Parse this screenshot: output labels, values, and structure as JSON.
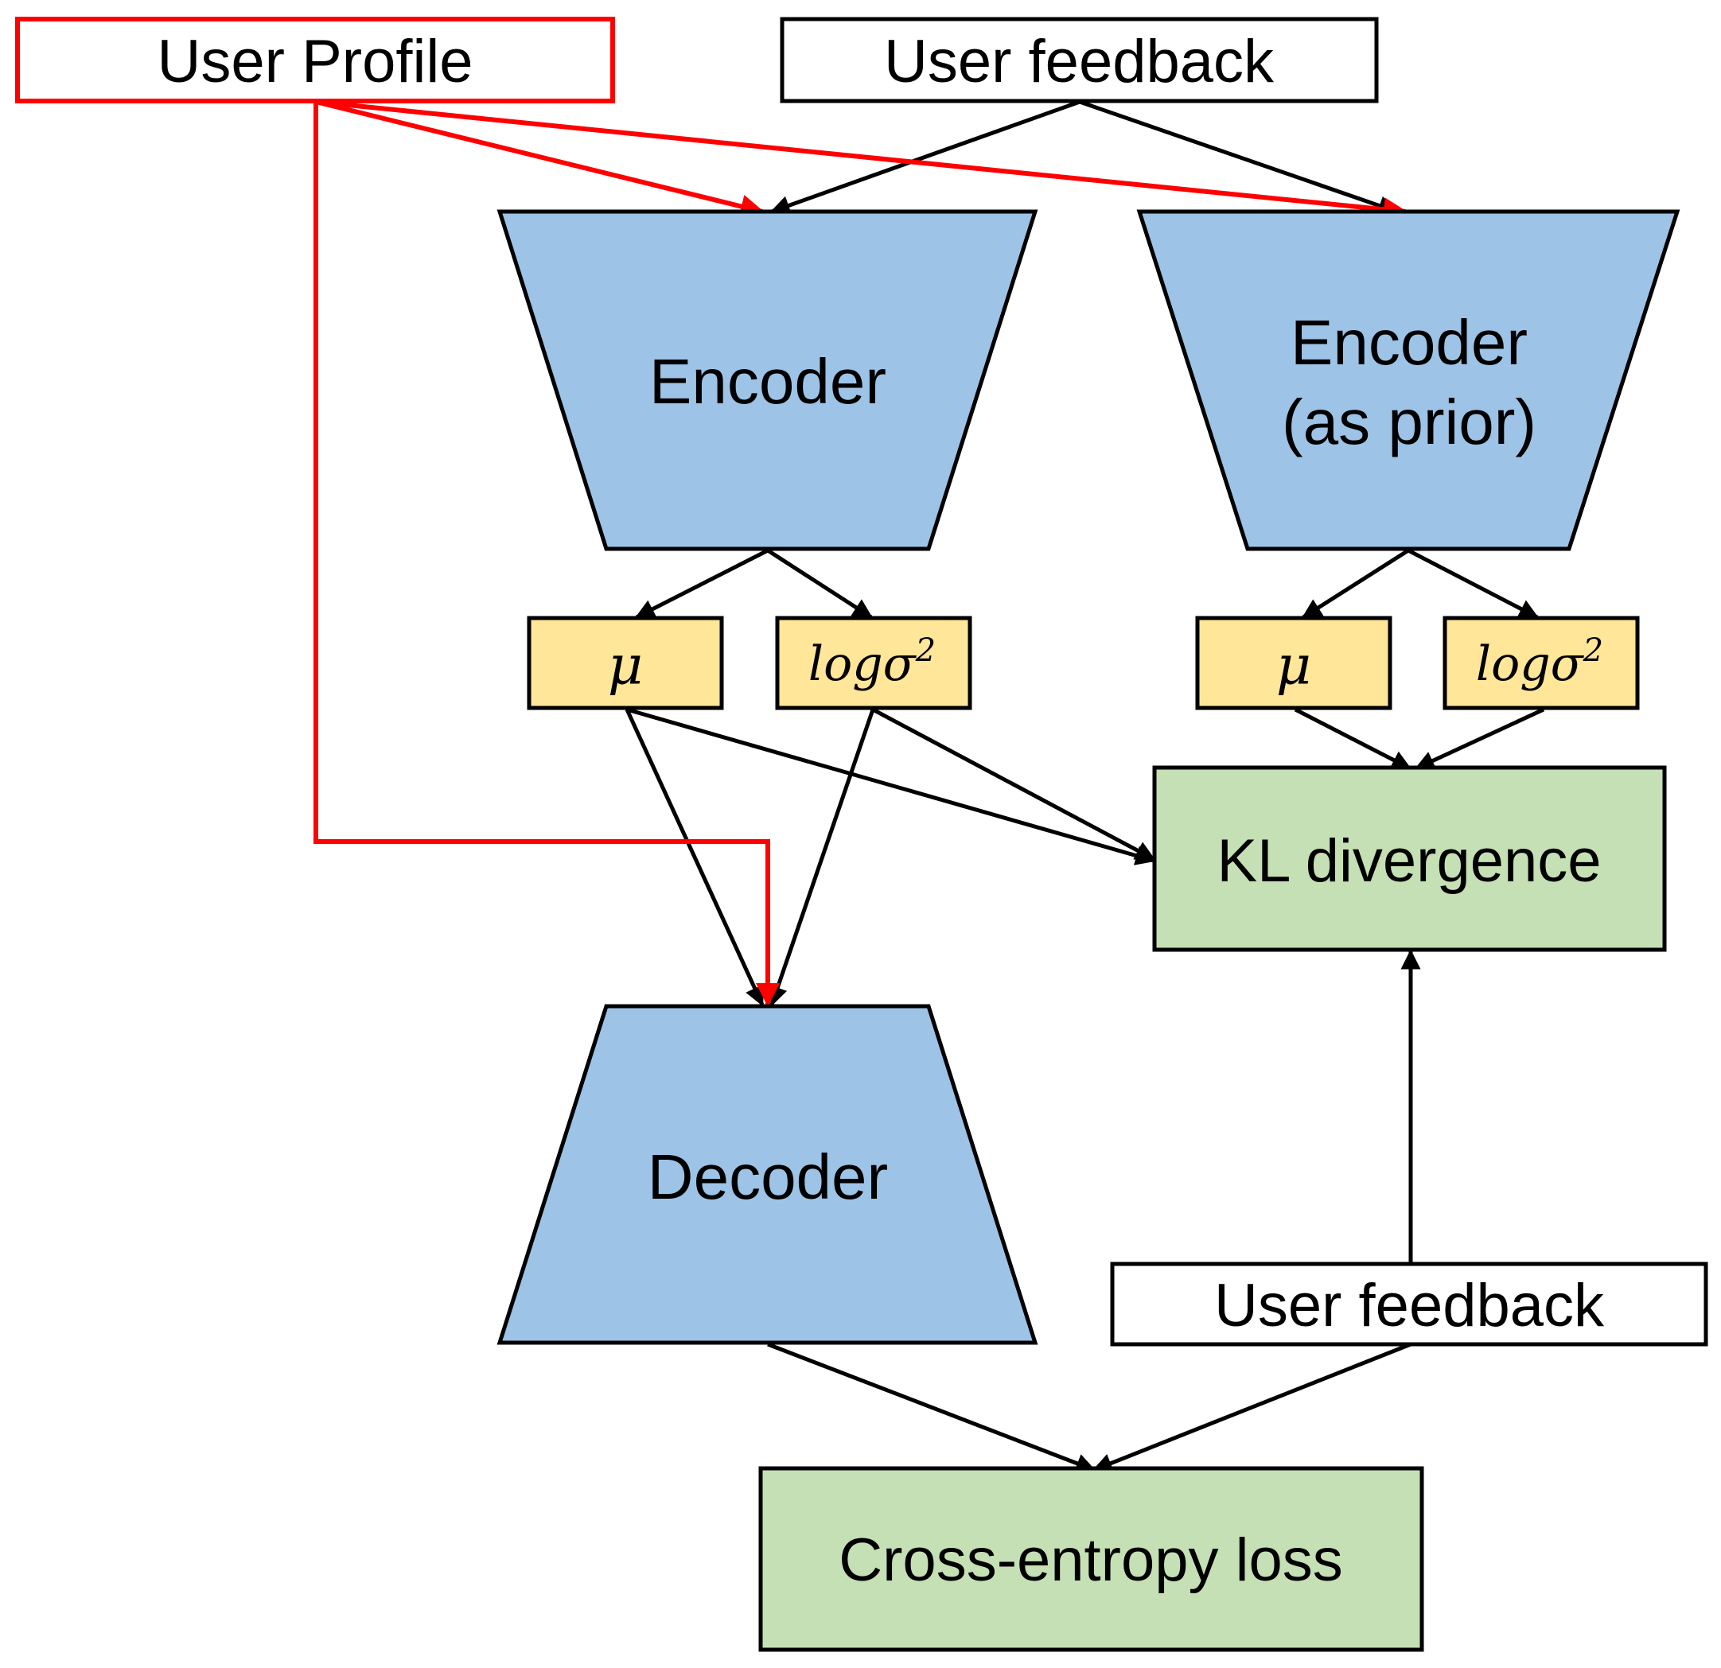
{
  "nodes": {
    "user_profile": {
      "text": "User Profile"
    },
    "user_feedback_top": {
      "text": "User feedback"
    },
    "encoder": {
      "text": "Encoder"
    },
    "encoder_prior": {
      "line1": "Encoder",
      "line2": "(as prior)"
    },
    "mu_left": {
      "text": "μ"
    },
    "logsigma_left": {
      "base": "logσ",
      "exp": "2"
    },
    "mu_right": {
      "text": "μ"
    },
    "logsigma_right": {
      "base": "logσ",
      "exp": "2"
    },
    "kl_divergence": {
      "text": "KL divergence"
    },
    "decoder": {
      "text": "Decoder"
    },
    "user_feedback_bottom": {
      "text": "User feedback"
    },
    "cross_entropy_loss": {
      "text": "Cross-entropy loss"
    }
  },
  "colors": {
    "network_fill": "#9dc3e6",
    "latent_fill": "#ffe699",
    "loss_fill": "#c5e0b4",
    "highlight_edge": "#ff0000",
    "edge": "#000000"
  }
}
